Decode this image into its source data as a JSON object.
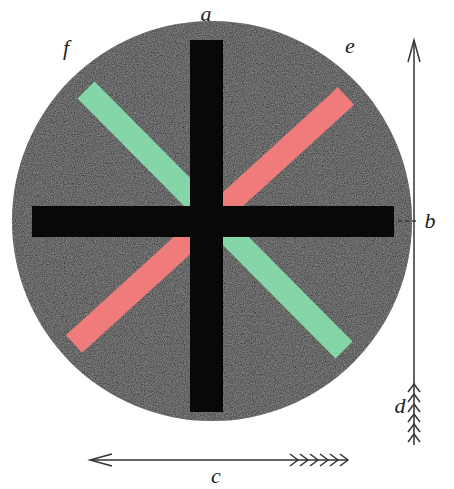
{
  "diagram": {
    "labels": [
      "a",
      "f",
      "e",
      "b",
      "d",
      "c"
    ]
  }
}
